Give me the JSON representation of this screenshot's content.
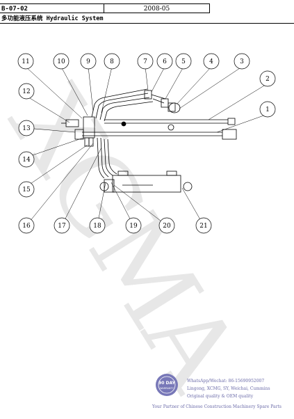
{
  "header": {
    "code": "B-07-02",
    "date": "2008-05",
    "title": "多功能液压系统 Hydraulic System"
  },
  "watermark": {
    "text": "XGMA",
    "color": "#d4d4d4"
  },
  "callouts": [
    "1",
    "2",
    "3",
    "4",
    "5",
    "6",
    "7",
    "8",
    "9",
    "10",
    "11",
    "12",
    "13",
    "14",
    "15",
    "16",
    "17",
    "18",
    "19",
    "20",
    "21"
  ],
  "footer": {
    "badge_top": "90 DAY",
    "badge_bottom": "WARRANTY",
    "line1": "WhatsApp/Wechat: 86-15690952007",
    "line2": "Lingong, XCMG, SY, Weichai, Cummins",
    "line3": "Original quality & OEM quality",
    "line4": "Your Partner of Chinese Construction Machinery Spare Parts",
    "text_color": "#6a6aa8",
    "badge_color": "#7878b8"
  }
}
